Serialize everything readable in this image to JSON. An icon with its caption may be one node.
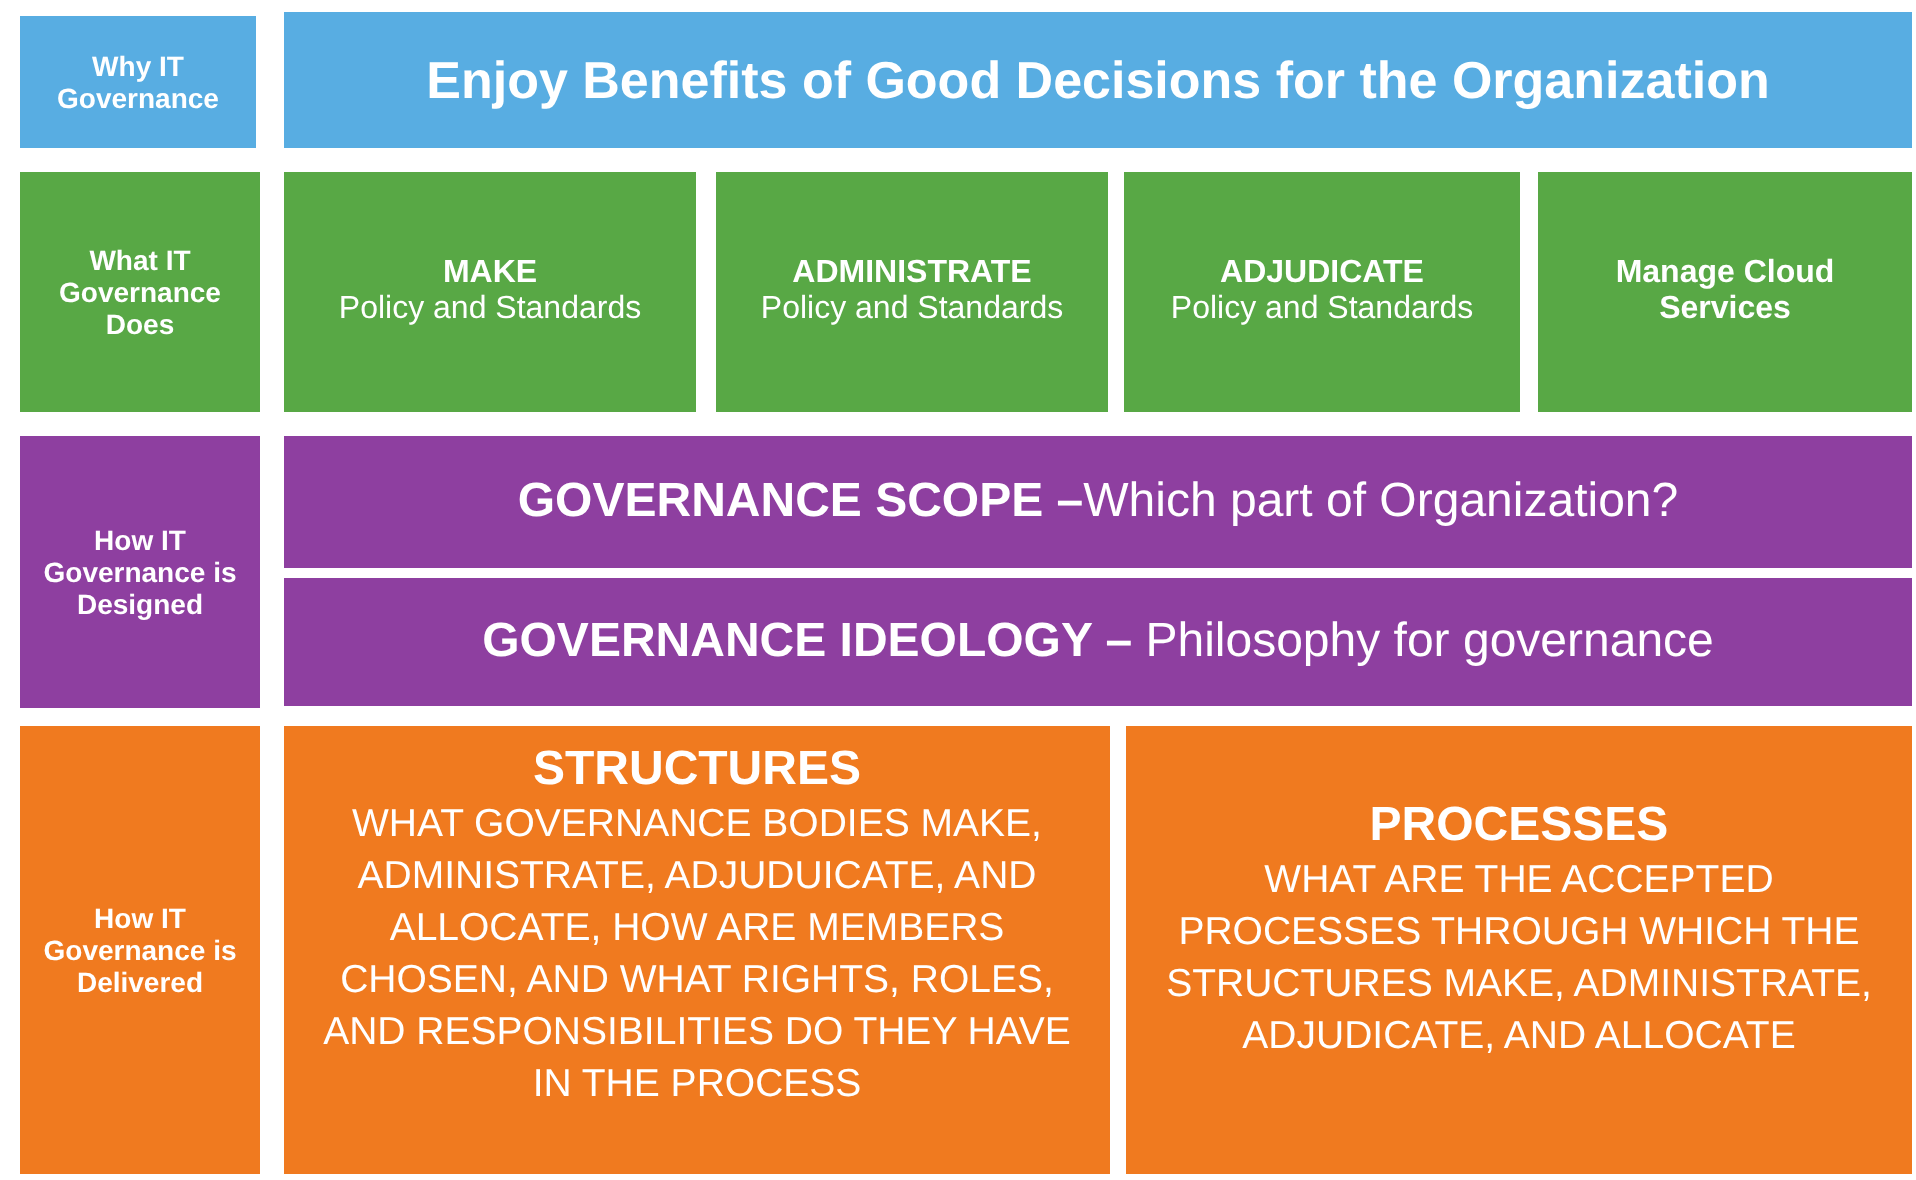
{
  "diagram": {
    "nodes": [
      {
        "text": [
          "Why IT Governance"
        ]
      },
      {
        "text": [
          "Enjoy Benefits of Good Decisions for the Organization"
        ]
      },
      {
        "text": [
          "What IT Governance Does"
        ]
      },
      {
        "text": [
          "MAKE",
          "Policy and Standards"
        ]
      },
      {
        "text": [
          "ADMINISTRATE",
          "Policy and Standards"
        ]
      },
      {
        "text": [
          "ADJUDICATE",
          "Policy and Standards"
        ]
      },
      {
        "text": [
          "Manage Cloud Services"
        ]
      },
      {
        "text": [
          "How IT Governance is Designed"
        ]
      },
      {
        "text": [
          "**GOVERNANCE SCOPE –**Which part of Organization?"
        ]
      },
      {
        "text": [
          "**GOVERNANCE IDEOLOGY –** Philosophy for governance"
        ]
      },
      {
        "text": [
          "How IT Governance is Delivered"
        ]
      },
      {
        "text": [
          "STRUCTURES",
          "WHAT GOVERNANCE BODIES MAKE, ADMINISTRATE, ADJUDUICATE, AND ALLOCATE, HOW ARE MEMBERS CHOSEN, AND WHAT RIGHTS, ROLES, AND RESPONSIBILITIES DO THEY HAVE IN THE PROCESS"
        ]
      },
      {
        "text": [
          "PROCESSES",
          "WHAT ARE THE ACCEPTED PROCESSES THROUGH WHICH THE STRUCTURES MAKE, ADMINISTRATE, ADJUDICATE, AND ALLOCATE"
        ]
      }
    ]
  }
}
